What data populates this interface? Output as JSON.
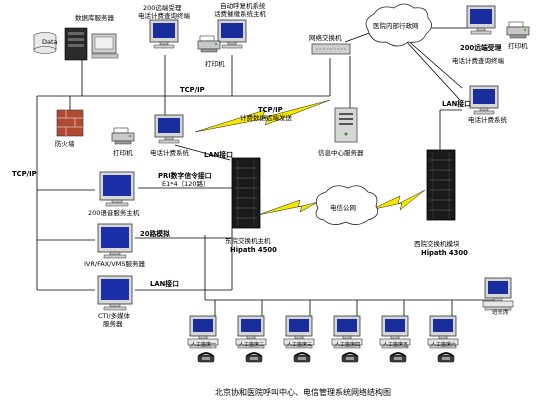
{
  "labels": {
    "db_host": "数据库服务器",
    "db_disk": "Data",
    "query_terminal_1": "200远端受理",
    "query_terminal_2": "电话计费查询终端",
    "billing_host_1": "自动呼复机系统",
    "billing_host_2": "话费催缴系统主机",
    "printer_top": "打印机",
    "network_switch": "网络交换机",
    "intranet": "医院内部行政网",
    "remote_right_1": "200远端受理",
    "remote_right_2": "电话计费查询终端",
    "printer_right": "打印机",
    "tcpip_upper": "TCP/IP",
    "tcpip_left": "TCP/IP",
    "tcpip_remote_1": "TCP/IP",
    "tcpip_remote_2": "计费数据远端发送",
    "firewall": "防火墙",
    "printer_mid": "打印机",
    "billing_system_mid": "电话计费系统",
    "lan_port_mid": "LAN接口",
    "info_center": "信息中心服务器",
    "lan_port_right": "LAN接口",
    "billing_system_right": "电话计费系统",
    "pri_1": "PRI数字信令接口",
    "pri_2": "E1*4（120路）",
    "voice_server": "200语音服务主机",
    "analog_20": "20路模拟",
    "telecom_cloud": "电信公网",
    "east_pbx_1": "东院交换机主机",
    "east_pbx_2": "Hipath 4500",
    "west_pbx_1": "西院交换机模块",
    "west_pbx_2": "Hipath 4300",
    "ivr_server": "IVR/FAX/VMS服务器",
    "lan_port_cti": "LAN接口",
    "cti_1": "CTI/多媒体",
    "cti_2": "服务器",
    "agents": [
      "人工座席一",
      "人工座席二",
      "人工座席三",
      "人工座席四",
      "人工座席五",
      "人工座席六"
    ],
    "monitor_seat": "班长席",
    "caption": "北京协和医院呼叫中心、电信管理系统网络结构图"
  }
}
